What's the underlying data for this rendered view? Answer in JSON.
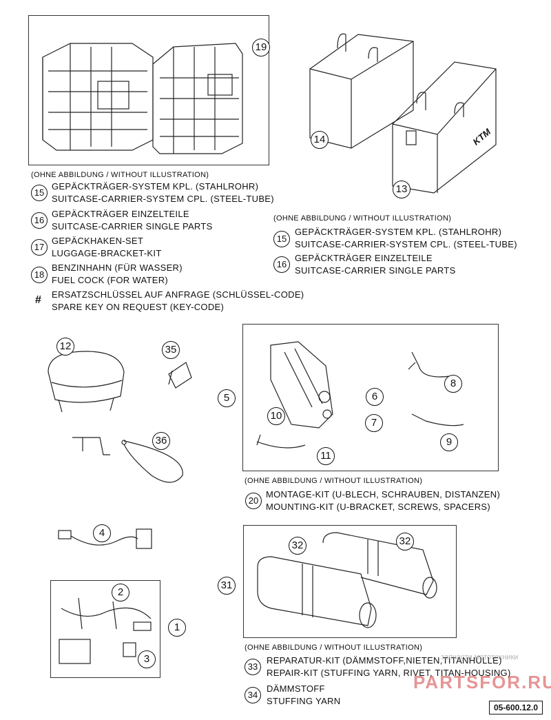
{
  "top_left": {
    "callouts": [
      "19"
    ],
    "note": "(OHNE ABBILDUNG / WITHOUT ILLUSTRATION)",
    "items": [
      {
        "num": "15",
        "de": "GEPÄCKTRÄGER-SYSTEM KPL. (STAHLROHR)",
        "en": "SUITCASE-CARRIER-SYSTEM CPL. (STEEL-TUBE)"
      },
      {
        "num": "16",
        "de": "GEPÄCKTRÄGER EINZELTEILE",
        "en": "SUITCASE-CARRIER SINGLE PARTS"
      },
      {
        "num": "17",
        "de": "GEPÄCKHAKEN-SET",
        "en": "LUGGAGE-BRACKET-KIT"
      },
      {
        "num": "18",
        "de": "BENZINHAHN (FÜR WASSER)",
        "en": "FUEL COCK (FOR WATER)"
      },
      {
        "num": "#",
        "de": "ERSATZSCHLÜSSEL AUF ANFRAGE (SCHLÜSSEL-CODE)",
        "en": "SPARE KEY ON REQUEST (KEY-CODE)"
      }
    ]
  },
  "top_right": {
    "callouts": [
      "14",
      "13"
    ],
    "logo": "KTM",
    "note": "(OHNE ABBILDUNG / WITHOUT ILLUSTRATION)",
    "items": [
      {
        "num": "15",
        "de": "GEPÄCKTRÄGER-SYSTEM KPL. (STAHLROHR)",
        "en": "SUITCASE-CARRIER-SYSTEM CPL. (STEEL-TUBE)"
      },
      {
        "num": "16",
        "de": "GEPÄCKTRÄGER EINZELTEILE",
        "en": "SUITCASE-CARRIER SINGLE PARTS"
      }
    ]
  },
  "middle": {
    "callouts": [
      "12",
      "35",
      "36",
      "5",
      "6",
      "7",
      "8",
      "9",
      "10",
      "11",
      "4"
    ],
    "note": "(OHNE ABBILDUNG / WITHOUT ILLUSTRATION)",
    "items": [
      {
        "num": "20",
        "de": "MONTAGE-KIT (U-BLECH, SCHRAUBEN, DISTANZEN)",
        "en": "MOUNTING-KIT (U-BRACKET, SCREWS, SPACERS)"
      }
    ]
  },
  "bottom": {
    "callouts": [
      "2",
      "1",
      "3",
      "31",
      "32",
      "32"
    ],
    "note": "(OHNE ABBILDUNG / WITHOUT ILLUSTRATION)",
    "items": [
      {
        "num": "33",
        "de": "REPARATUR-KIT (DÄMMSTOFF,NIETEN,TITANHÜLLE)",
        "en": "REPAIR-KIT (STUFFING YARN, RIVET, TITAN-HOUSING)"
      },
      {
        "num": "34",
        "de": "DÄMMSTOFF",
        "en": "STUFFING YARN"
      }
    ]
  },
  "page_code": "05-600.12.0",
  "watermark": {
    "main": "PARTSFOR.RU",
    "small": "запчасти мототехники"
  }
}
